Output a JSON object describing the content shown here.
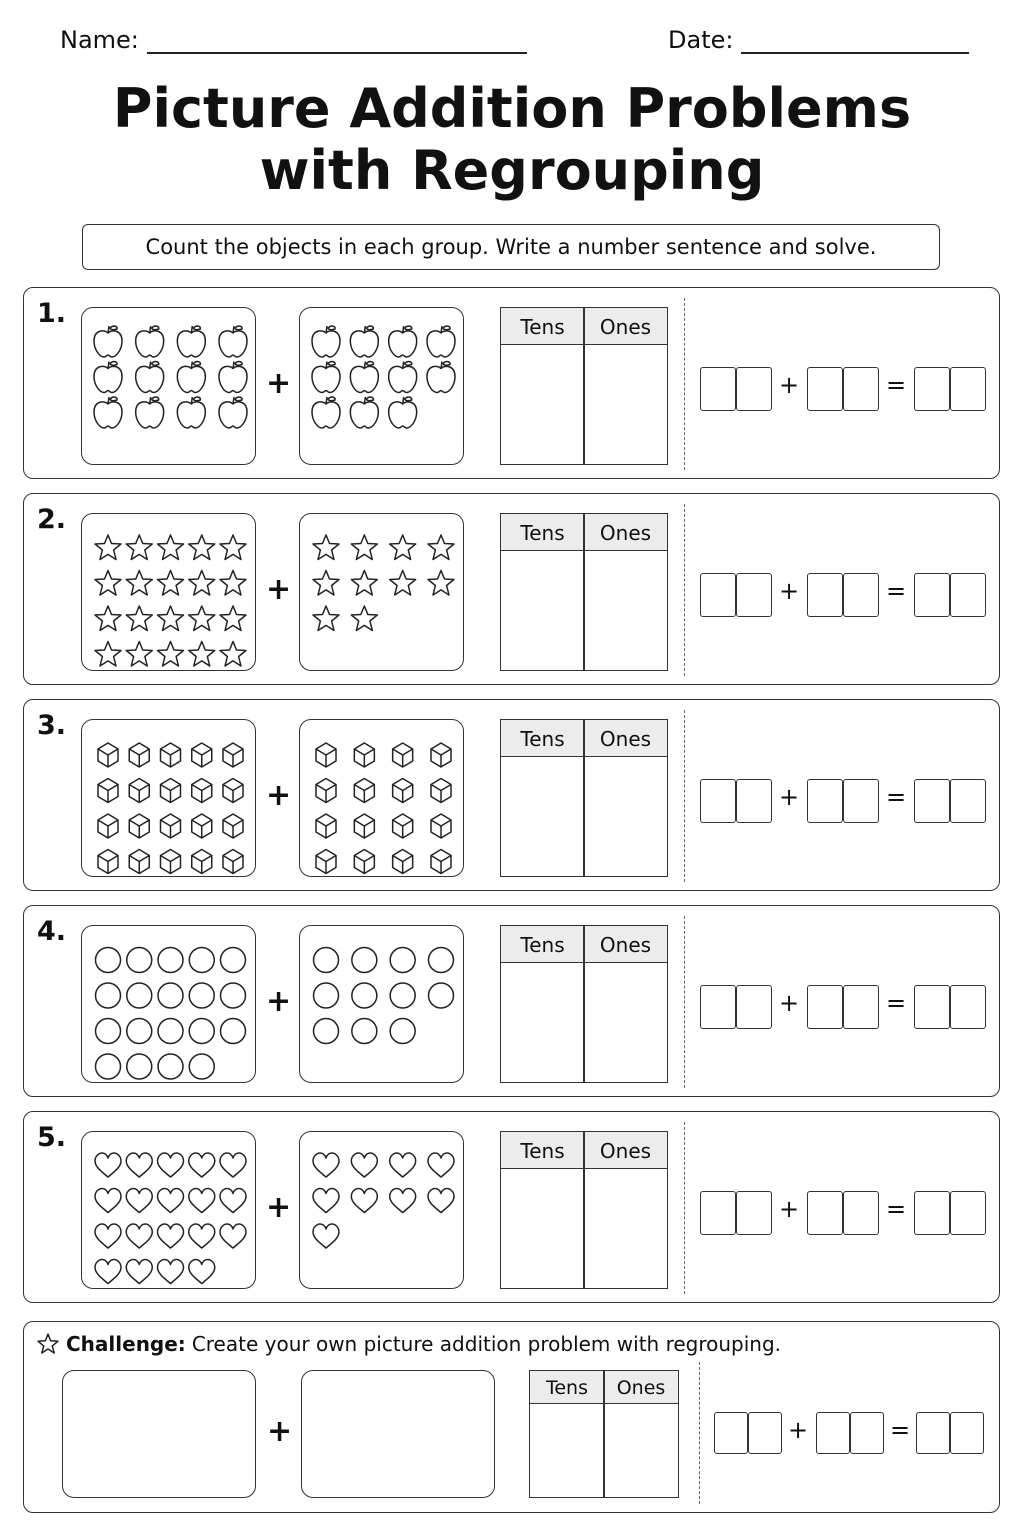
{
  "header": {
    "name_label": "Name:",
    "date_label": "Date:"
  },
  "title": {
    "line1": "Picture Addition Problems",
    "line2": "with Regrouping"
  },
  "instructions": "Count the objects in each group. Write a number sentence and solve.",
  "place_value": {
    "tens_label": "Tens",
    "ones_label": "Ones"
  },
  "operators": {
    "plus": "+",
    "equals": "="
  },
  "problems": [
    {
      "number": "1.",
      "object": "apple-icon",
      "group_a_count": 12,
      "group_b_count": 11,
      "group_a_cols": 4,
      "group_b_cols": 4
    },
    {
      "number": "2.",
      "object": "star-icon",
      "group_a_count": 20,
      "group_b_count": 10,
      "group_a_cols": 5,
      "group_b_cols": 4
    },
    {
      "number": "3.",
      "object": "cube-icon",
      "group_a_count": 20,
      "group_b_count": 16,
      "group_a_cols": 5,
      "group_b_cols": 4
    },
    {
      "number": "4.",
      "object": "circle-icon",
      "group_a_count": 19,
      "group_b_count": 11,
      "group_a_cols": 5,
      "group_b_cols": 4
    },
    {
      "number": "5.",
      "object": "heart-icon",
      "group_a_count": 19,
      "group_b_count": 9,
      "group_a_cols": 5,
      "group_b_cols": 4
    }
  ],
  "challenge": {
    "label": "Challenge:",
    "text": "Create your own picture addition problem with regrouping.",
    "icon": "star-outline-icon"
  }
}
